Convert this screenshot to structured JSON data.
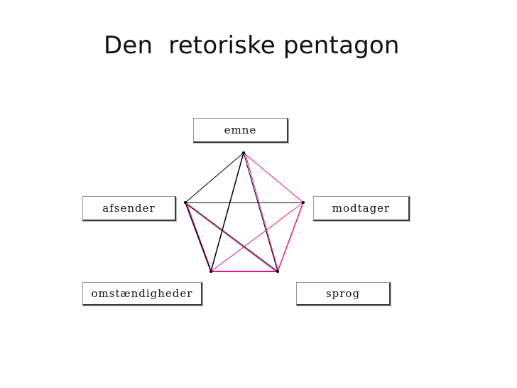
{
  "title": "Den  retoriske pentagon",
  "nodes": {
    "emne": "emne",
    "afsender": "afsender",
    "modtager": "modtager",
    "omstaendigheder": "omstændigheder",
    "sprog": "sprog"
  },
  "colors": {
    "black_lines": "#000000",
    "magenta_lines": "#e0148c"
  }
}
